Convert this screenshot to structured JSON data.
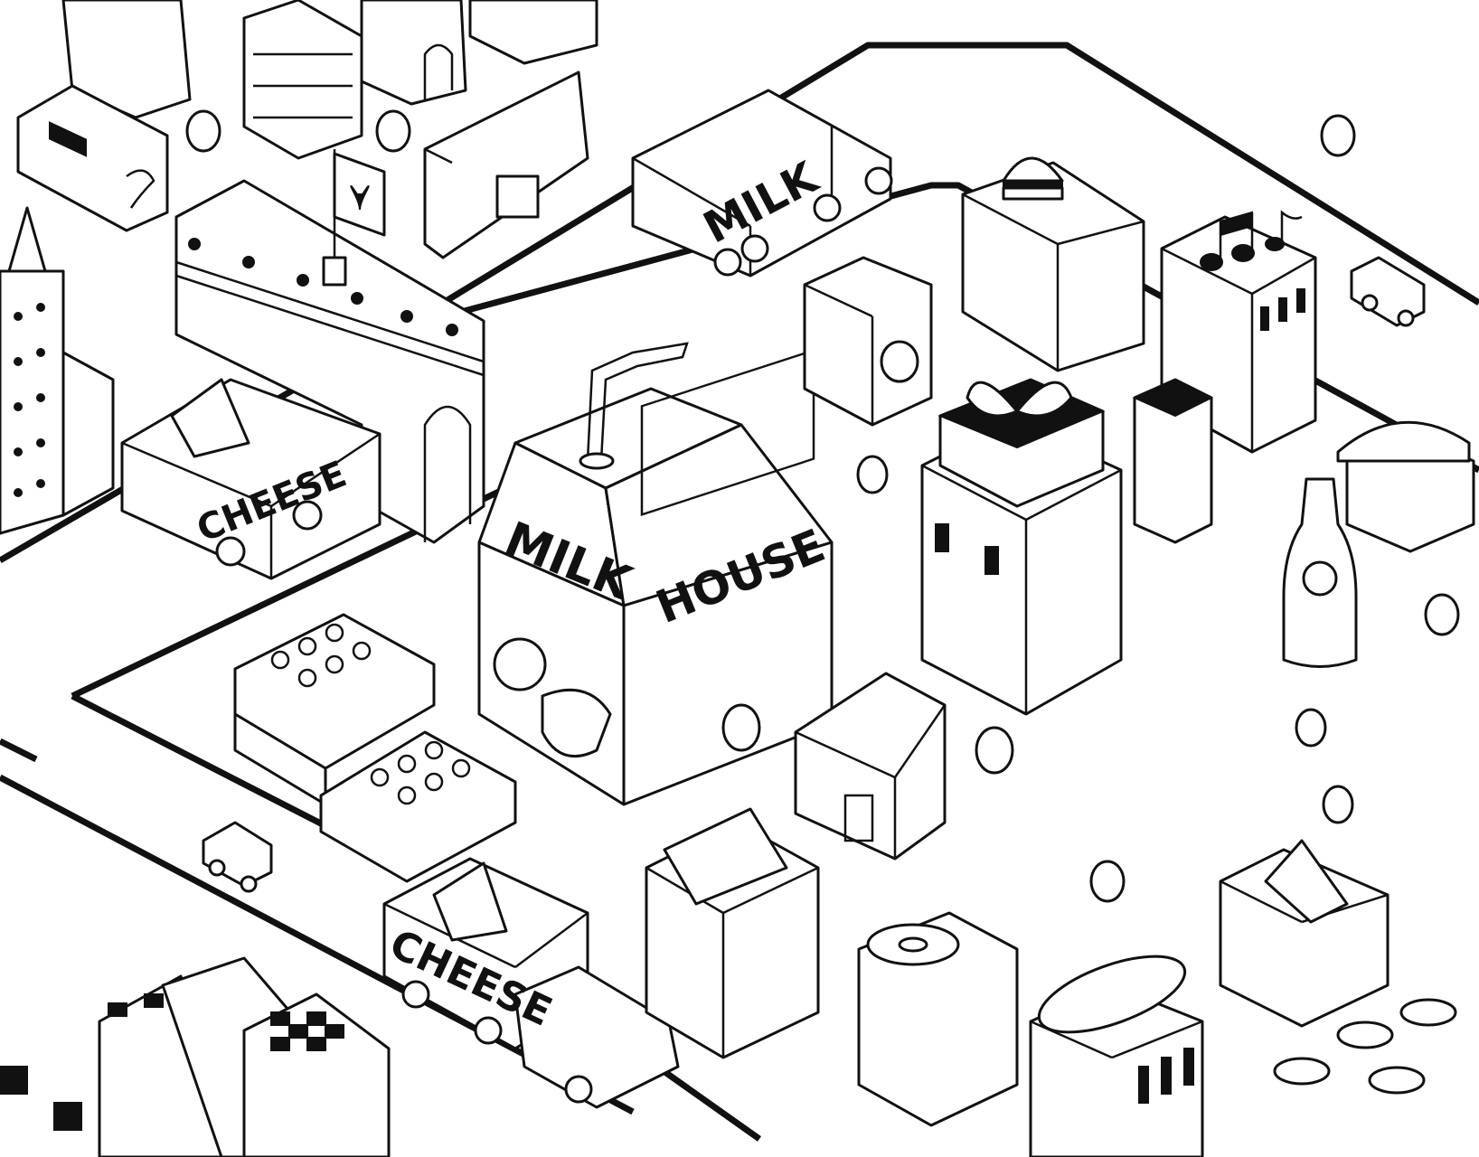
{
  "labels": {
    "milk_truck": "MILK",
    "cheese_truck_top": "CHEESE",
    "cheese_truck_bottom": "CHEESE",
    "milk_house_left": "MILK",
    "milk_house_right": "HOUSE"
  },
  "icons": [
    "heart-flag-icon",
    "music-notes-icon",
    "burger-icon",
    "gift-bow-icon",
    "hotdog-icon",
    "donut-icon",
    "cheese-wedge-icon"
  ],
  "colors": {
    "ink": "#111111",
    "paper": "#ffffff"
  }
}
